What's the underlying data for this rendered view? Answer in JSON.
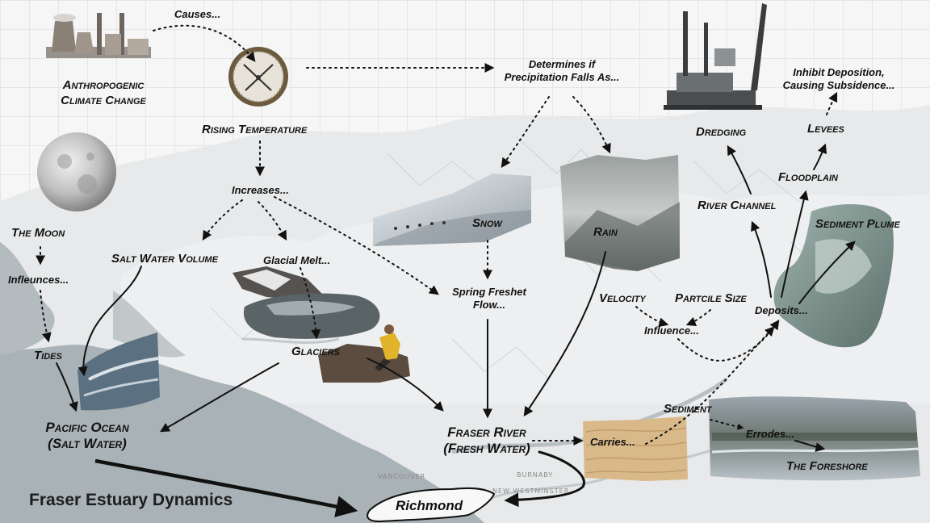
{
  "title": "Fraser Estuary Dynamics",
  "labels": {
    "anthropogenic": "Anthropogenic",
    "climate_change": "Climate Change",
    "causes": "Causes...",
    "determines_1": "Determines if",
    "determines_2": "Precipitation Falls As...",
    "rising_temperature": "Rising Temperature",
    "increases": "Increases...",
    "the_moon": "The Moon",
    "influences": "Infleunces...",
    "tides": "Tides",
    "salt_water_volume": "Salt Water Volume",
    "glacial_melt": "Glacial Melt...",
    "glaciers": "Glaciers",
    "pacific_ocean": "Pacific Ocean",
    "salt_water": "(Salt Water)",
    "snow": "Snow",
    "rain": "Rain",
    "spring_freshet_1": "Spring Freshet",
    "spring_freshet_2": "Flow...",
    "fraser_river": "Fraser River",
    "fresh_water": "(Fresh Water)",
    "carries": "Carries...",
    "velocity": "Velocity",
    "particle_size": "Partcile Size",
    "influence": "Influence...",
    "deposits": "Deposits...",
    "sediment": "Sediment",
    "errodes": "Errodes...",
    "the_foreshore": "The Foreshore",
    "river_channel": "River Channel",
    "dredging": "Dredging",
    "floodplain": "Floodplain",
    "levees": "Levees",
    "inhibit_1": "Inhibit Deposition,",
    "inhibit_2": "Causing Subsidence...",
    "sediment_plume": "Sediment Plume",
    "richmond": "Richmond"
  },
  "map_text": {
    "vancouver": "VANCOUVER",
    "burnaby": "BURNABY",
    "new_westminster": "NEW WESTMINSTER"
  },
  "colors": {
    "ocean": "#a9b2b6",
    "sand": "#d9b98a",
    "arrow": "#111111"
  }
}
